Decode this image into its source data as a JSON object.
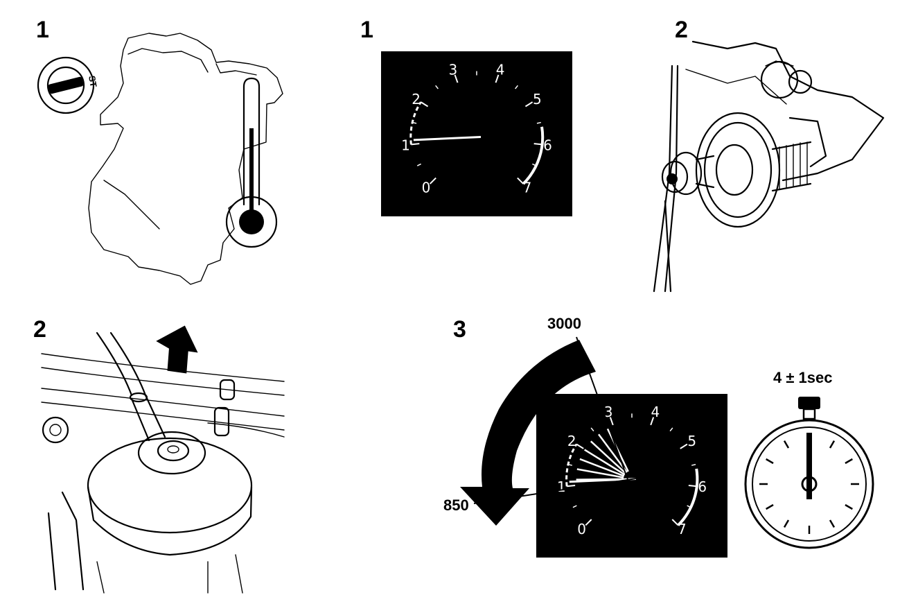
{
  "figure": {
    "panels": [
      {
        "id": "p1a",
        "step": "1",
        "subject": "engine outline with ignition switch and temperature gauge",
        "ignition_label": "ST"
      },
      {
        "id": "p1b",
        "step": "1",
        "subject": "tachometer at idle"
      },
      {
        "id": "p2a",
        "step": "2",
        "subject": "throttle dashpot on linkage"
      },
      {
        "id": "p2b",
        "step": "2",
        "subject": "dashpot vacuum hose, arrow pointing up"
      },
      {
        "id": "p3",
        "step": "3",
        "subject": "tachometer drop from 3000 to 850 rpm, stopwatch",
        "upper_rpm": "3000",
        "lower_rpm": "850",
        "time": "4 ± 1sec"
      }
    ],
    "tachometer": {
      "scale": [
        "0",
        "1",
        "2",
        "3",
        "4",
        "5",
        "6",
        "7"
      ],
      "idle_needle_value": 1.1,
      "face_color": "#000000",
      "marking_color": "#ffffff"
    },
    "icons": [
      "engine-outline-icon",
      "ignition-key-icon",
      "thermometer-icon",
      "tachometer-icon",
      "dashpot-icon",
      "up-arrow-icon",
      "curved-arrow-icon",
      "stopwatch-icon"
    ]
  }
}
